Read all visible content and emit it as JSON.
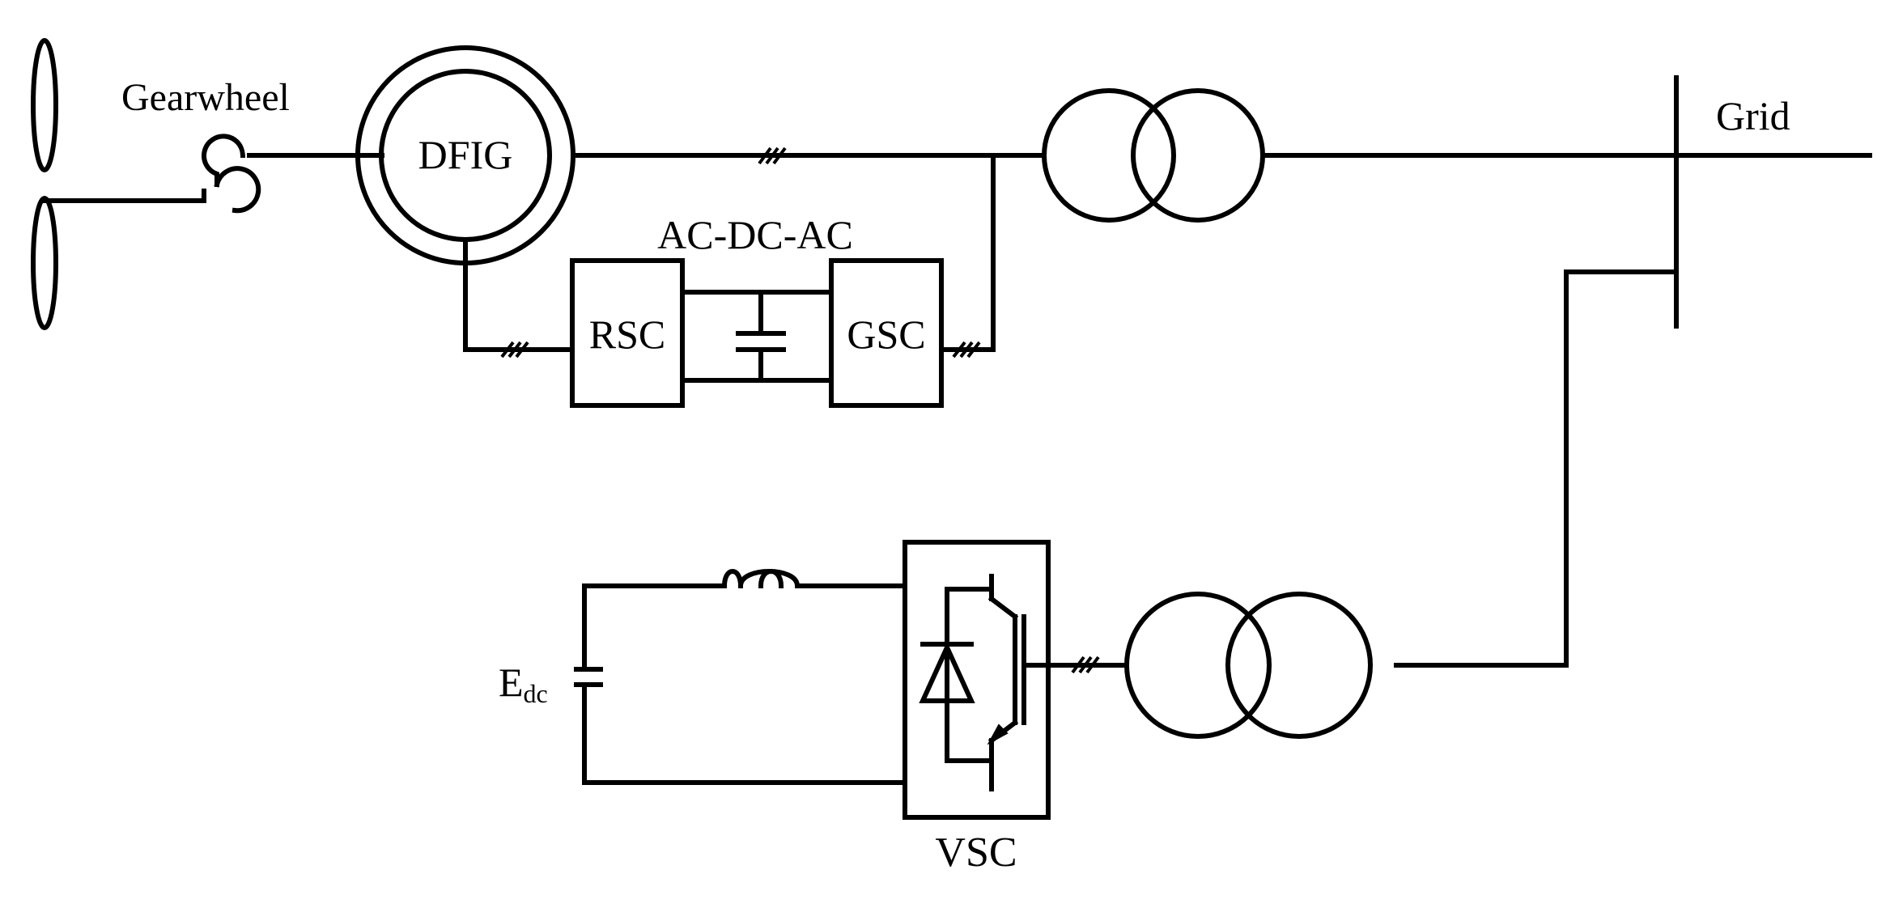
{
  "labels": {
    "gearwheel": "Gearwheel",
    "dfig": "DFIG",
    "converter": "AC-DC-AC",
    "rsc": "RSC",
    "gsc": "GSC",
    "grid": "Grid",
    "edc_main": "E",
    "edc_sub": "dc",
    "vsc": "VSC"
  }
}
